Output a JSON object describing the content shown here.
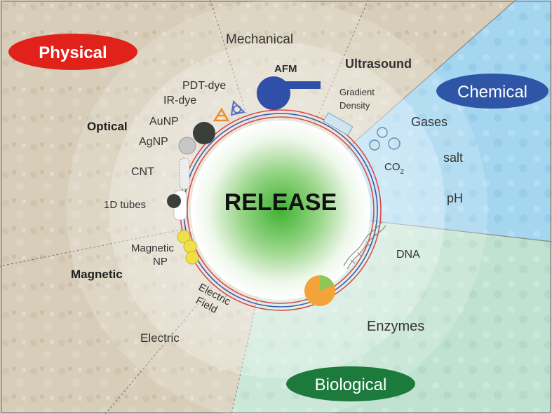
{
  "diagram": {
    "center_label": "RELEASE",
    "categories": {
      "physical": "Physical",
      "chemical": "Chemical",
      "biological": "Biological"
    },
    "physical_groups": {
      "mechanical": "Mechanical",
      "optical": "Optical",
      "magnetic": "Magnetic",
      "electric": "Electric"
    },
    "labels": {
      "afm": "AFM",
      "ultrasound": "Ultrasound",
      "gradient": "Gradient",
      "density": "Density",
      "pdt_dye": "PDT-dye",
      "ir_dye": "IR-dye",
      "aunp": "AuNP",
      "agnp": "AgNP",
      "cnt": "CNT",
      "tubes_1d": "1D tubes",
      "magnetic_line1": "Magnetic",
      "magnetic_line2": "NP",
      "electric_line1": "Electric",
      "electric_line2": "Field",
      "gases": "Gases",
      "co2_base": "CO",
      "co2_sub": "2",
      "salt": "salt",
      "ph": "pH",
      "dna": "DNA",
      "enzymes": "Enzymes"
    },
    "colors": {
      "physical": "#e0221b",
      "chemical": "#2f56a6",
      "biological": "#1d7a3d",
      "chemical_region": "#9fd3f0",
      "biological_region": "#bfe3cf",
      "sand": "#d8cfbb",
      "center_glow": "#3fb232",
      "ring_red": "#d84a4a",
      "ring_blue": "#3b58b0",
      "afm": "#2f4fa8",
      "enzyme": "#f2a33a"
    }
  }
}
